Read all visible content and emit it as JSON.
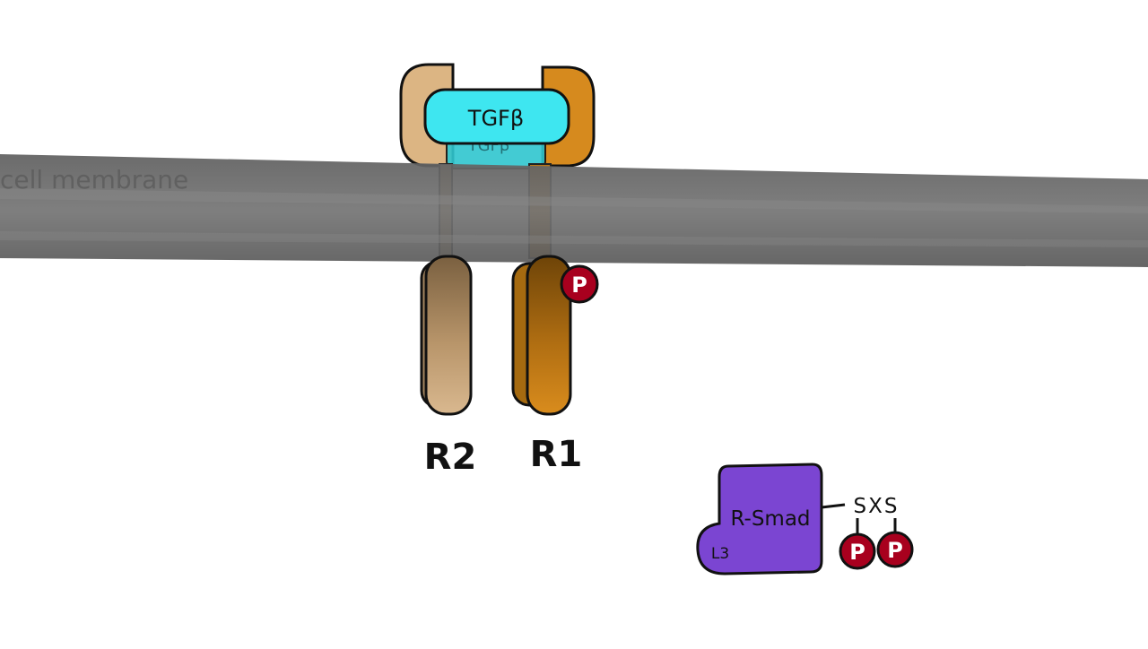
{
  "diagram": {
    "membrane_label": "cell membrane",
    "ligand_label": "TGFβ",
    "ligand_label_back": "TGFβ",
    "receptor_2_label": "R2",
    "receptor_1_label": "R1",
    "phospho_label": "P",
    "rsmad_label": "R-Smad",
    "l3_label": "L3",
    "sxs_label": "SXS",
    "sxs_p1_label": "P",
    "sxs_p2_label": "P"
  },
  "colors": {
    "membrane": "#6a6a6a",
    "ligand": "#3ee6f0",
    "receptor_2": "#d8b07e",
    "receptor_1": "#d4891f",
    "phospho": "#a8001e",
    "rsmad": "#7b45d2"
  }
}
